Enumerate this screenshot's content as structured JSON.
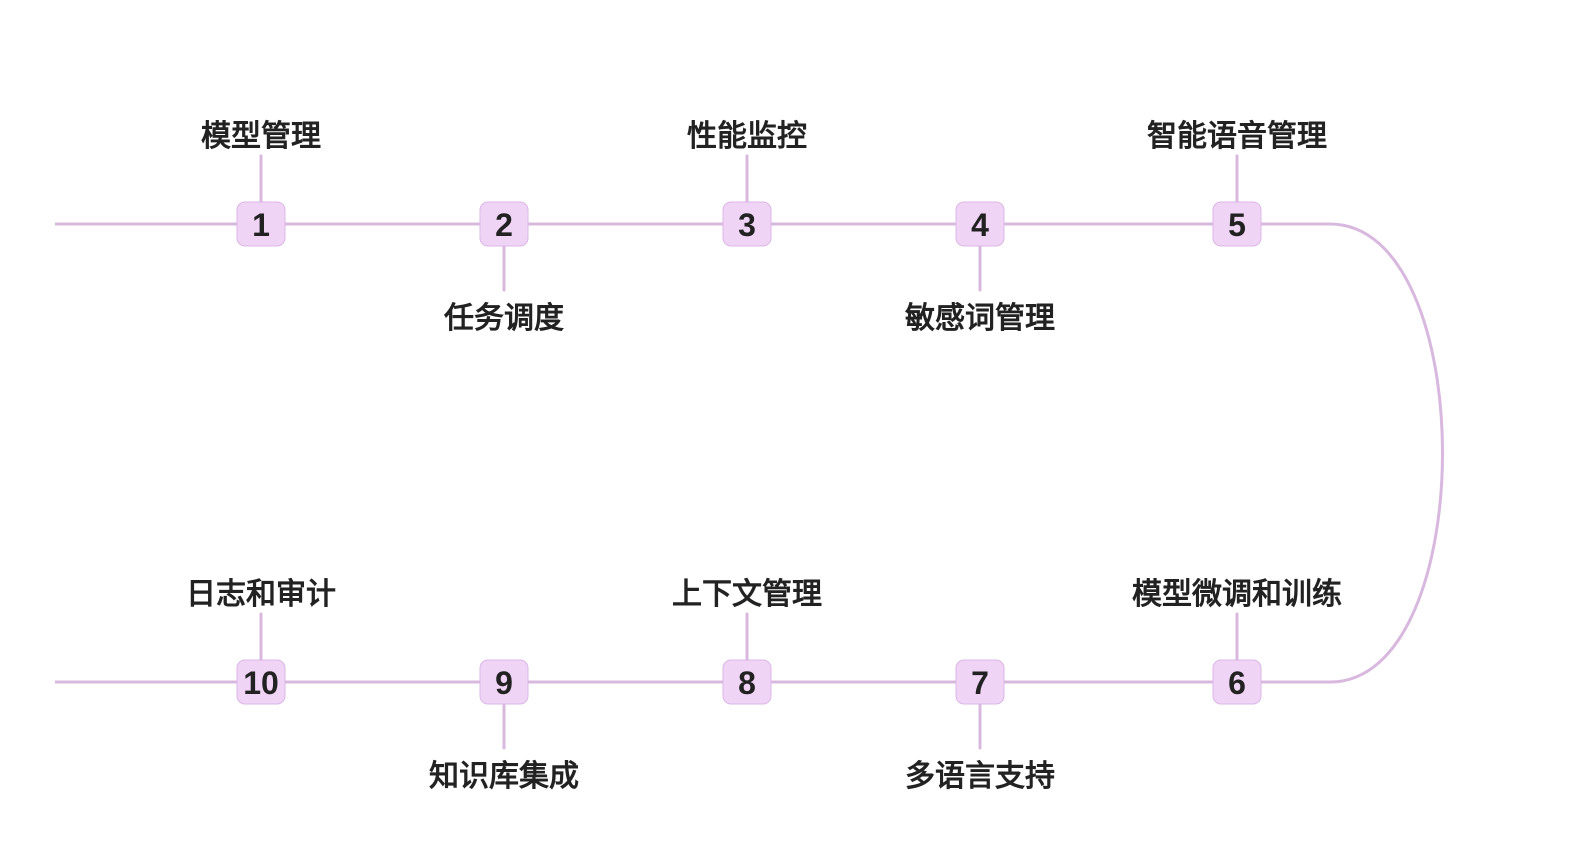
{
  "colors": {
    "line": "#d8b8de",
    "node_fill": "#f0d4f6",
    "node_border": "#dcb6e6",
    "text": "#222222"
  },
  "steps": [
    {
      "number": "1",
      "label": "模型管理"
    },
    {
      "number": "2",
      "label": "任务调度"
    },
    {
      "number": "3",
      "label": "性能监控"
    },
    {
      "number": "4",
      "label": "敏感词管理"
    },
    {
      "number": "5",
      "label": "智能语音管理"
    },
    {
      "number": "6",
      "label": "模型微调和训练"
    },
    {
      "number": "7",
      "label": "多语言支持"
    },
    {
      "number": "8",
      "label": "上下文管理"
    },
    {
      "number": "9",
      "label": "知识库集成"
    },
    {
      "number": "10",
      "label": "日志和审计"
    }
  ]
}
